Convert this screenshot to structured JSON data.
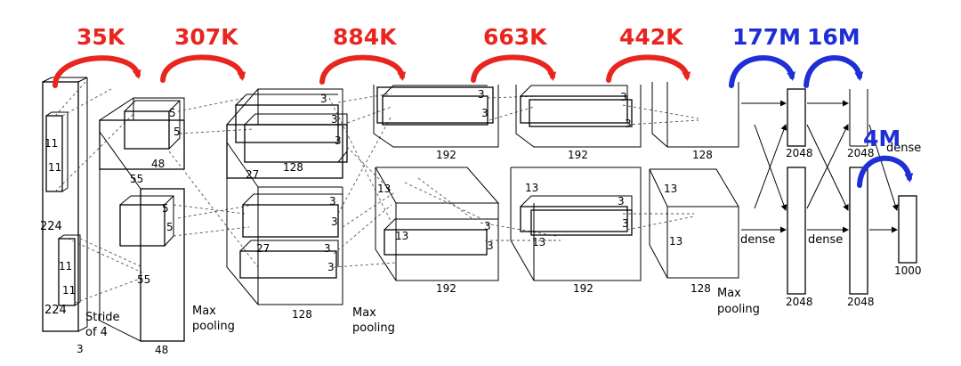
{
  "colors": {
    "red": "#e8261f",
    "blue": "#1f2fd6"
  },
  "params": [
    {
      "text": "35K",
      "color": "red"
    },
    {
      "text": "307K",
      "color": "red"
    },
    {
      "text": "884K",
      "color": "red"
    },
    {
      "text": "663K",
      "color": "red"
    },
    {
      "text": "442K",
      "color": "red"
    },
    {
      "text": "177M",
      "color": "blue"
    },
    {
      "text": "16M",
      "color": "blue"
    },
    {
      "text": "4M",
      "color": "blue"
    }
  ],
  "labels": {
    "input_size": "224",
    "input_size_bottom": "224",
    "input_depth": "3",
    "kernel_11": "11",
    "stride": "Stride",
    "stride_of": "of 4",
    "conv1_size": "55",
    "conv1_depth": "48",
    "kernel_5": "5",
    "conv2_size": "27",
    "conv2_depth": "128",
    "kernel_3": "3",
    "conv3_size": "13",
    "conv3_depth": "192",
    "conv5_depth": "128",
    "max": "Max",
    "pooling": "pooling",
    "dense": "dense",
    "fc_size": "2048",
    "output_size": "1000"
  }
}
